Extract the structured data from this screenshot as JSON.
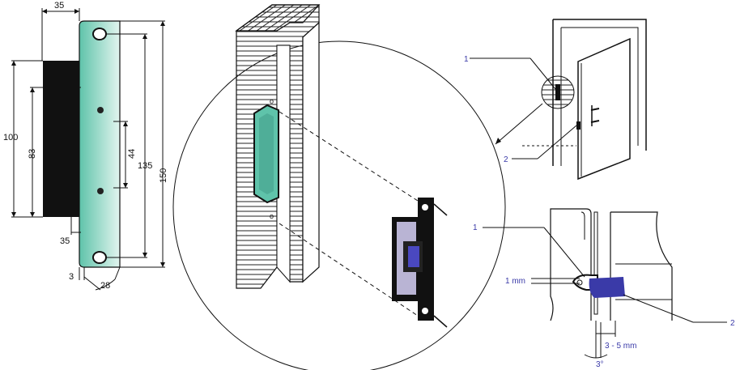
{
  "colors": {
    "plate": "#9ad9c8",
    "body": "#111111",
    "line": "#111111",
    "accent_text": "#3a3aa8",
    "strike_body": "#b9b4d4",
    "bolt": "#4a48c0"
  },
  "dimensions": {
    "width_top": "35",
    "height_100": "100",
    "height_83": "83",
    "height_44": "44",
    "height_135": "135",
    "height_150": "150",
    "width_bottom": "35",
    "thickness": "3",
    "angle_width": "28"
  },
  "door_detail": {
    "callout_1": "1",
    "callout_2": "2"
  },
  "gap_detail": {
    "callout_1": "1",
    "callout_2": "2",
    "clearance": "1 mm",
    "gap": "3 - 5 mm",
    "angle": "3°"
  }
}
